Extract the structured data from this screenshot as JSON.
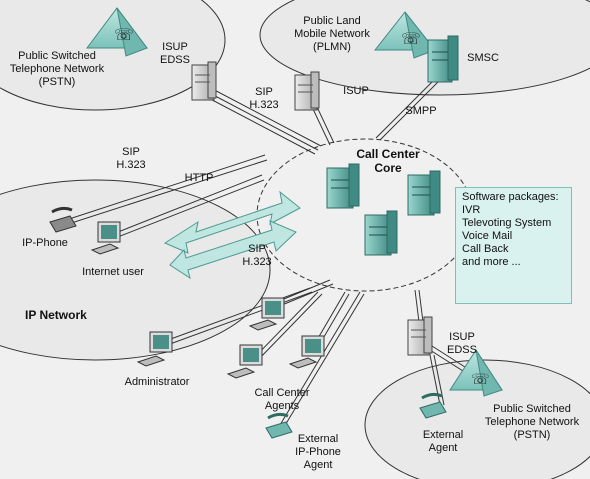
{
  "labels": {
    "pstn_top": [
      "Public Switched",
      "Telephone Network",
      "(PSTN)"
    ],
    "plmn": [
      "Public Land",
      "Mobile Network",
      "(PLMN)"
    ],
    "smsc": "SMSC",
    "isup_edss_top": [
      "ISUP",
      "EDSS"
    ],
    "sip_h323_top": [
      "SIP",
      "H.323"
    ],
    "isup_mid": "ISUP",
    "smpp": "SMPP",
    "sip_h323_left": [
      "SIP",
      "H.323"
    ],
    "http": "HTTP",
    "call_center_core": [
      "Call Center",
      "Core"
    ],
    "ip_phone": "IP-Phone",
    "internet_user": "Internet user",
    "sip_h323_arrow": [
      "SIP",
      "H.323"
    ],
    "ip_network": "IP Network",
    "administrator": "Administrator",
    "call_center_agents": [
      "Call Center",
      "Agents"
    ],
    "external_ip_phone_agent": [
      "External",
      "IP-Phone",
      "Agent"
    ],
    "isup_edss_bottom": [
      "ISUP",
      "EDSS"
    ],
    "external_agent": [
      "External",
      "Agent"
    ],
    "pstn_bottom": [
      "Public Switched",
      "Telephone Network",
      "(PSTN)"
    ]
  },
  "software_box": {
    "title": "Software packages:",
    "items": [
      "IVR",
      "Televoting System",
      "Voice Mail",
      "Call Back"
    ],
    "footer": "and more ..."
  },
  "colors": {
    "background": "#f0f0f0",
    "network_fill": "#e9e9e9",
    "teal": "#8fd0c8",
    "teal_dark": "#4e9a92",
    "box_fill": "#d9f1ef",
    "line": "#333333"
  },
  "icons": [
    "phone-icon",
    "server-icon",
    "monitor-icon",
    "tower-icon"
  ]
}
